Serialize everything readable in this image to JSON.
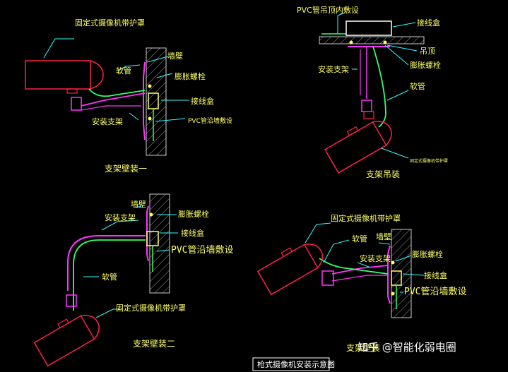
{
  "diagram1": {
    "label_camera": "固定式摄像机带护罩",
    "label_wall": "墙壁",
    "label_hose": "软管",
    "label_bolt": "膨胀螺栓",
    "label_box": "接线盒",
    "label_pvc": "PVC管沿墙敷设",
    "label_bracket": "安装支架",
    "caption": "支架壁装一"
  },
  "diagram2": {
    "label_pvc": "PVC管吊顶内敷设",
    "label_box": "接线盒",
    "label_rod": "吊顶",
    "label_bolt": "膨胀螺栓",
    "label_bracket": "安装支架",
    "label_hose": "软管",
    "label_small": "固定式摄像机带护罩",
    "caption": "支架吊装"
  },
  "diagram3": {
    "label_wall": "墙壁",
    "label_bracket": "安装支架",
    "label_bolt": "膨胀螺栓",
    "label_box": "接线盒",
    "label_pvc": "PVC管沿墙敷设",
    "label_hose": "软管",
    "label_camera": "固定式摄像机带护罩",
    "caption": "支架壁装二"
  },
  "diagram4": {
    "label_camera": "固定式摄像机带护罩",
    "label_hose": "软管",
    "label_wall": "墙壁",
    "label_bracket": "安装支架",
    "label_bolt": "膨胀螺栓",
    "label_box": "接线盒",
    "label_pvc": "PVC管沿墙敷设",
    "caption": "支架壁装"
  },
  "title": "枪式摄像机安装示意图",
  "watermark": "知乎 @智能化弱电圈",
  "colors": {
    "camera": "#ff2244",
    "pipe": "#33ff66",
    "bracket": "#ff33ff",
    "leader": "#33ffff",
    "text": "#ffff66",
    "wall": "#cccccc"
  }
}
